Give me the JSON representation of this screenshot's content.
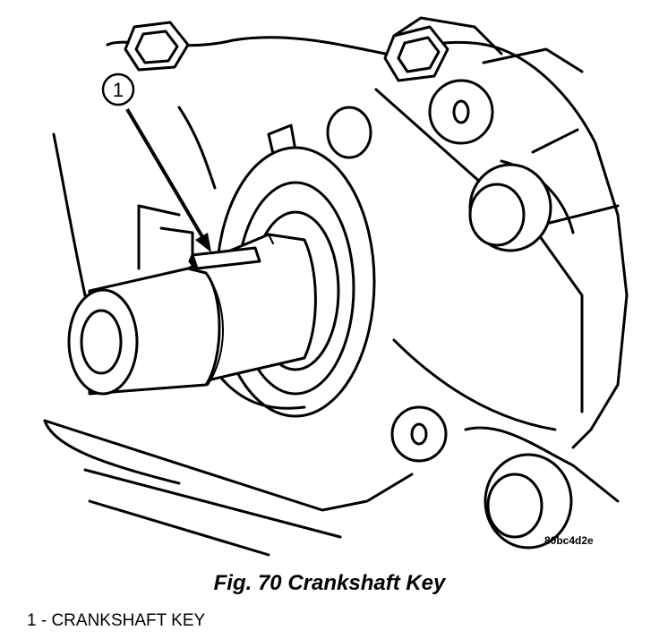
{
  "figure": {
    "caption": "Fig. 70 Crankshaft Key",
    "code": "80bc4d2e"
  },
  "callouts": [
    {
      "number": "1",
      "label": "CRANKSHAFT KEY"
    }
  ],
  "legend": {
    "line1": "1 - CRANKSHAFT KEY"
  }
}
